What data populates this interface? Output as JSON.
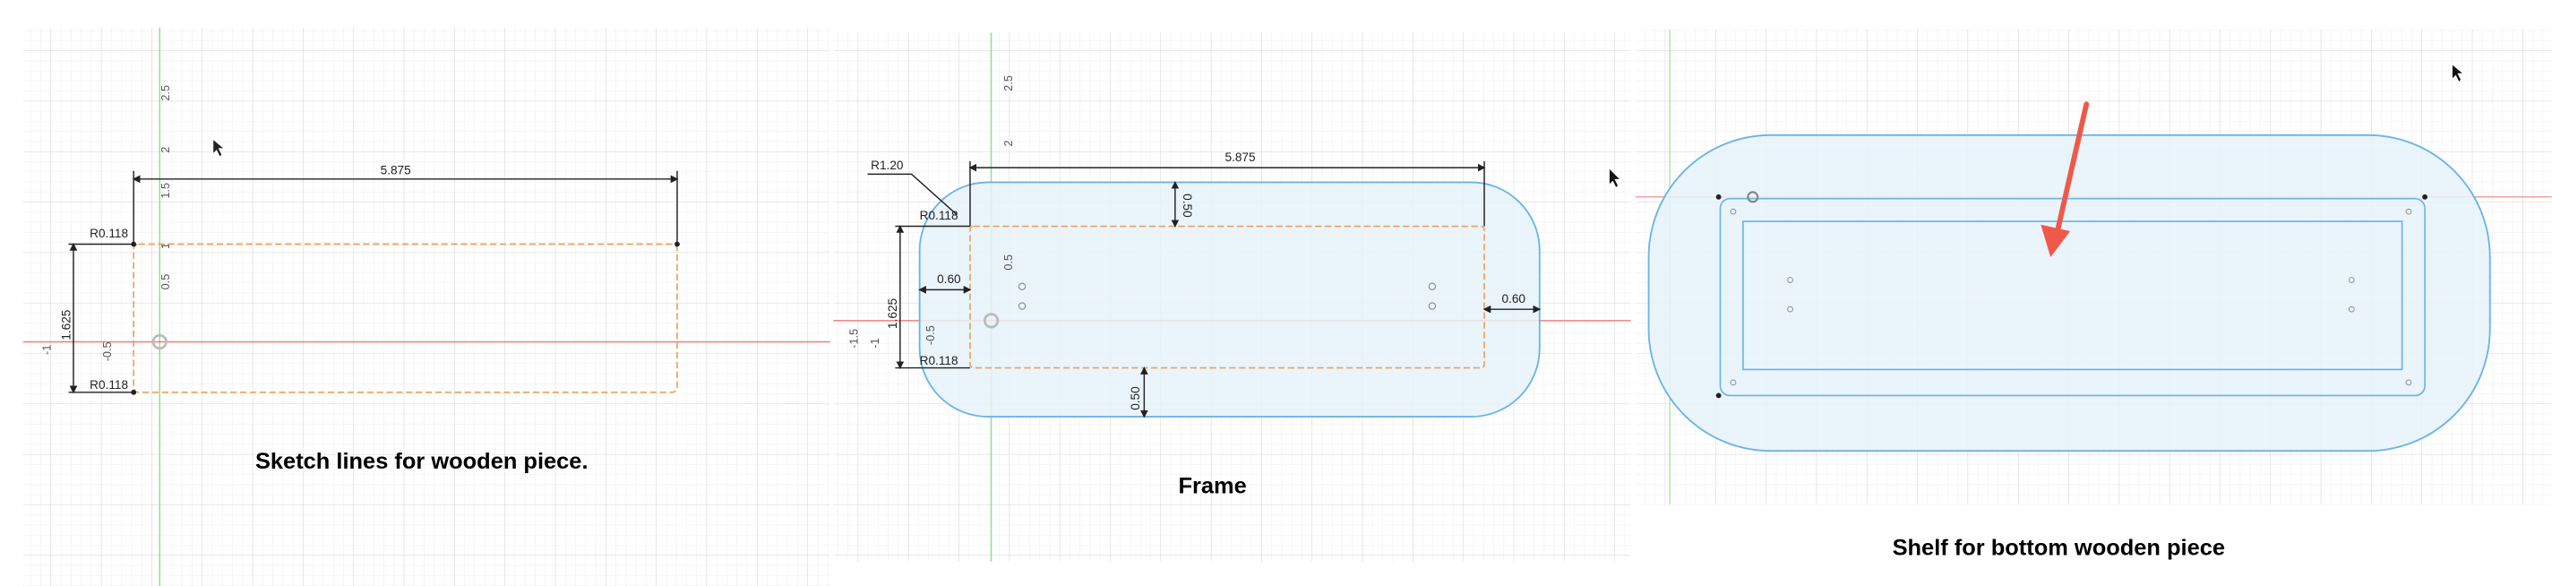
{
  "colors": {
    "grid_minor": "#ececec",
    "grid_major": "#d6d6d6",
    "y_axis": "#8fe08f",
    "x_axis": "#f08080",
    "construction": "#e8a25a",
    "profile": "#6ab4e6",
    "profile_fill": "#e6f2fa",
    "arrow": "#f0584a"
  },
  "panels": [
    {
      "caption": "Sketch lines for wooden piece.",
      "axis_labels": [
        "2.5",
        "2",
        "1.5",
        "1",
        "0.5",
        "-0.5",
        "-1"
      ],
      "dimensions": {
        "width": "5.875",
        "height": "1.625",
        "radius_top": "R0.118",
        "radius_bottom": "R0.118"
      }
    },
    {
      "caption": "Frame",
      "axis_labels": [
        "2.5",
        "2",
        "0.5",
        "-0.5",
        "-1",
        "-1.5"
      ],
      "dimensions": {
        "width": "5.875",
        "height": "1.625",
        "outer_radius": "R1.20",
        "radius_top": "R0.118",
        "radius_bottom": "R0.118",
        "top_offset": "0.50",
        "bottom_offset": "0.50",
        "left_offset": "0.60",
        "right_offset": "0.60"
      }
    },
    {
      "caption": "Shelf for bottom wooden piece"
    }
  ]
}
